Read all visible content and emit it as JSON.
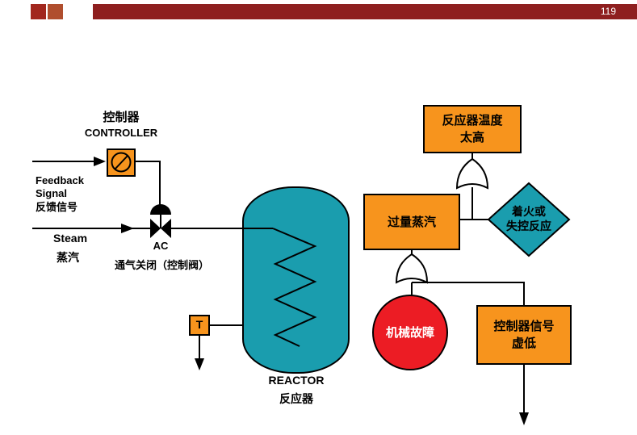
{
  "slide": {
    "page_number": "119"
  },
  "process_diagram": {
    "controller": {
      "label_cn": "控制器",
      "label_en": "CONTROLLER"
    },
    "feedback_signal": {
      "label_en": "Feedback\nSignal",
      "label_cn": "反馈信号"
    },
    "steam": {
      "label_en": "Steam",
      "label_cn": "蒸汽"
    },
    "control_valve": {
      "label": "AC",
      "description": "通气关闭（控制阀）"
    },
    "reactor": {
      "label_en": "REACTOR",
      "label_cn": "反应器"
    },
    "temperature_sensor": {
      "label": "T"
    }
  },
  "fault_tree": {
    "top_event": "反应器温度\n太高",
    "intermediate_event": "过量蒸汽",
    "undeveloped_event": "着火或\n失控反应",
    "basic_event": "机械故障",
    "intermediate_event_2": "控制器信号\n虚低"
  },
  "colors": {
    "orange": "#F7941D",
    "teal": "#1A9DAE",
    "red": "#EC1C24",
    "bar": "#8E1F1F",
    "square1": "#A2271E",
    "square2": "#B04E2E"
  }
}
